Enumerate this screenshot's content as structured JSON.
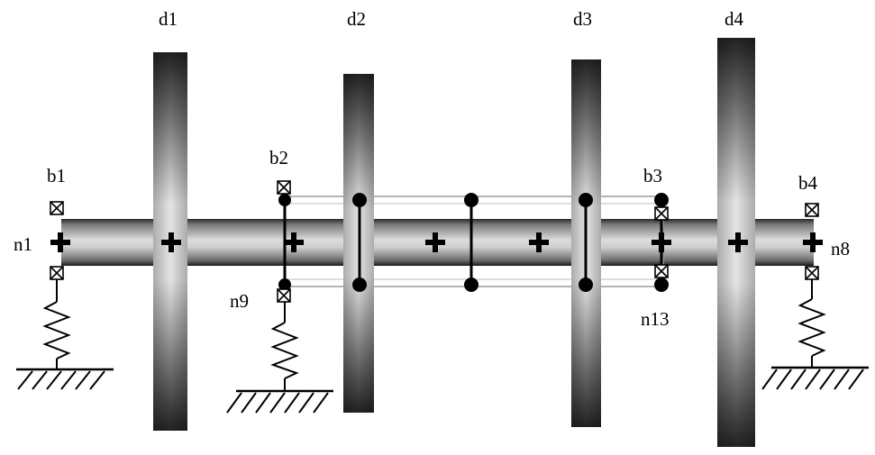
{
  "disks": {
    "d1": "d1",
    "d2": "d2",
    "d3": "d3",
    "d4": "d4"
  },
  "bearings": {
    "b1": "b1",
    "b2": "b2",
    "b3": "b3",
    "b4": "b4"
  },
  "nodes": {
    "n1": "n1",
    "n8": "n8",
    "n9": "n9",
    "n13": "n13"
  }
}
